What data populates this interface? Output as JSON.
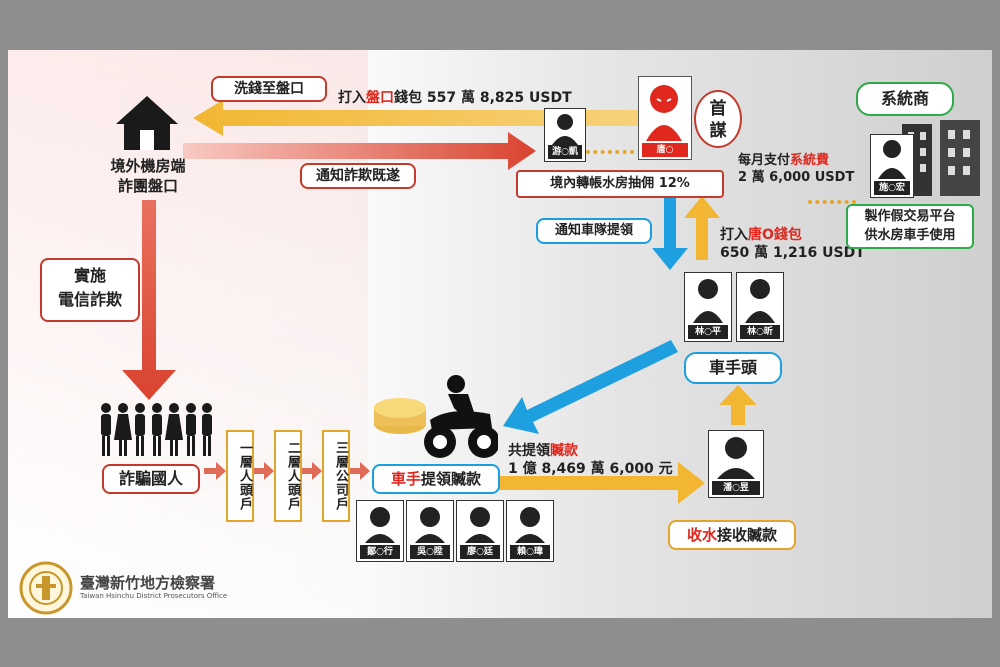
{
  "nodes": {
    "overseas_platform": "境外機房端\n詐團盤口",
    "launder_to_platform": "洗錢至盤口",
    "wallet_platform": {
      "pre": "打入",
      "hl": "盤口",
      "post": "錢包 557 萬 8,825 USDT"
    },
    "notify_fraud": "通知詐欺既遂",
    "commit_fraud": "實施\n電信詐欺",
    "victims": "詐騙國人",
    "layer1": "一層人頭戶",
    "layer2": "二層人頭戶",
    "layer3": "三層公司戶",
    "runner_withdraw": {
      "hl": "車手",
      "post": "提領贓款"
    },
    "total_withdraw": {
      "pre": "共提領",
      "hl": "贓款",
      "amount": "1 億 8,469 萬 6,000 元"
    },
    "collector": {
      "hl": "收水",
      "post": "接收贓款"
    },
    "runner_head": "車手頭",
    "notify_team": "通知車隊提領",
    "wallet_tang": {
      "pre": "打入",
      "hl": "唐O錢包",
      "amount": "650 萬 1,216 USDT"
    },
    "water_room": "境內轉帳水房抽佣 12%",
    "ringleader": "首\n謀",
    "monthly_fee": {
      "pre": "每月支付",
      "hl": "系統費",
      "amount": "2 萬 6,000 USDT"
    },
    "system_vendor": "系統商",
    "vendor_desc": "製作假交易平台\n供水房車手使用"
  },
  "persons": {
    "tang": "唐○",
    "you": "游○凱",
    "shi": "施○宏",
    "lin1": "林○平",
    "lin2": "林○昕",
    "pan": "潘○昱",
    "p1": "鄒○行",
    "p2": "吳○陞",
    "p3": "廖○廷",
    "p4": "賴○瑋"
  },
  "logo": {
    "name_zh": "臺灣新竹地方檢察署",
    "name_en": "Taiwan Hsinchu District Prosecutors Office"
  },
  "colors": {
    "red": "#e0281e",
    "orange_arrow": "#f2b632",
    "blue_arrow": "#1e9fe0",
    "green": "#2daa4a"
  }
}
